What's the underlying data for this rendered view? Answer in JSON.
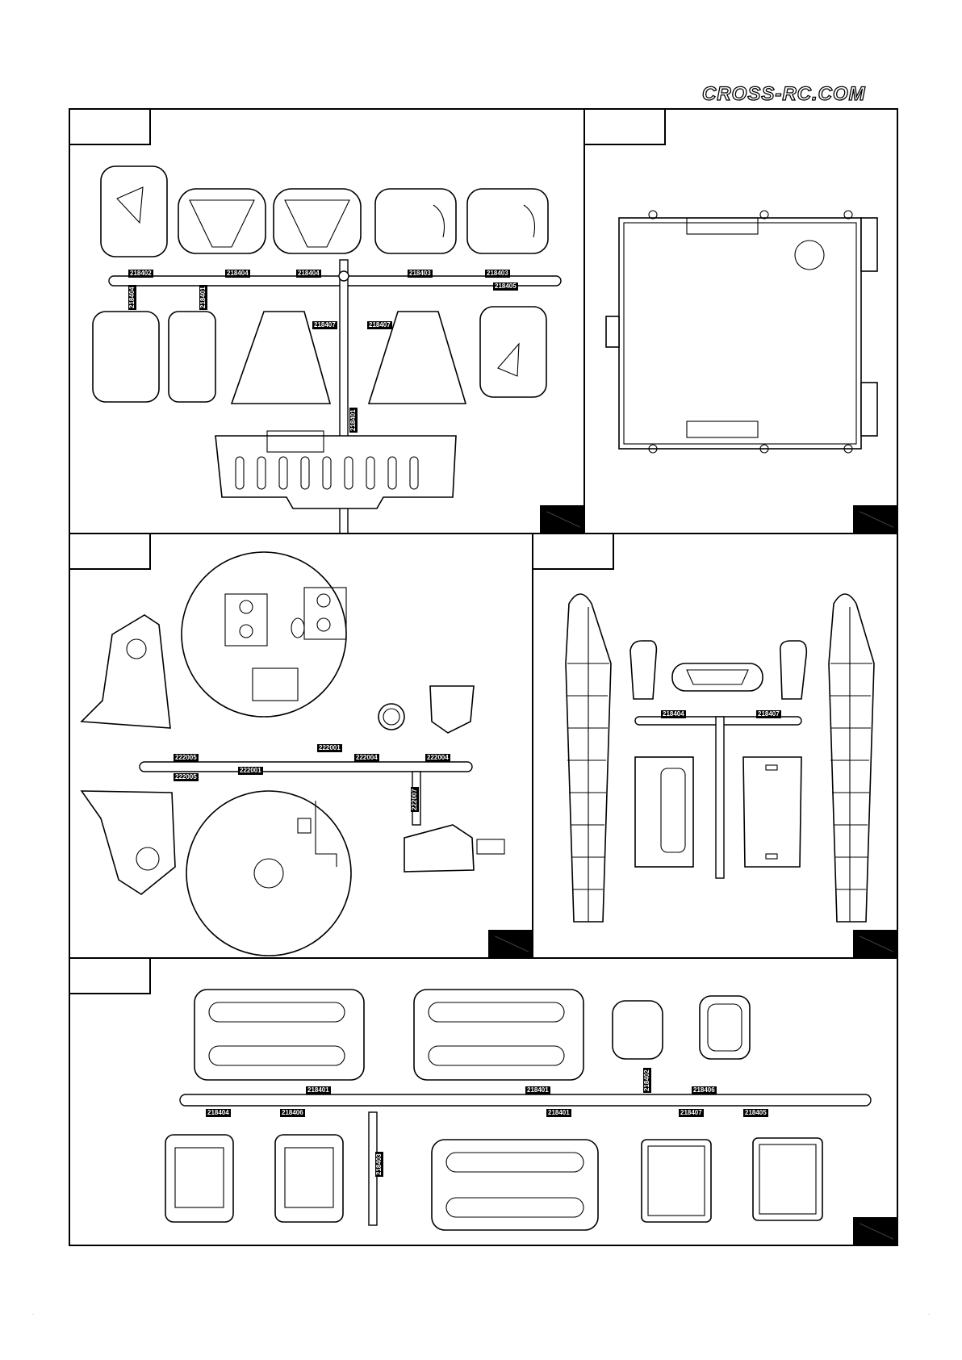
{
  "brand": {
    "logo_text": "CROSS-RC.COM"
  },
  "sprue_labels": {
    "panel_a": [
      "218402",
      "218404",
      "218404",
      "218403",
      "218403",
      "218404",
      "218401",
      "218407",
      "218407",
      "218401",
      "218405"
    ],
    "panel_c": [
      "222005",
      "222005",
      "222001",
      "222001",
      "222004",
      "222004",
      "222007"
    ],
    "panel_d": [
      "218404",
      "218407"
    ],
    "panel_e": [
      "218401",
      "218401",
      "218402",
      "218406",
      "218404",
      "218406",
      "218403",
      "218401",
      "218407",
      "218405"
    ]
  },
  "footer": {
    "left_mark": "·",
    "right_mark": "·"
  }
}
